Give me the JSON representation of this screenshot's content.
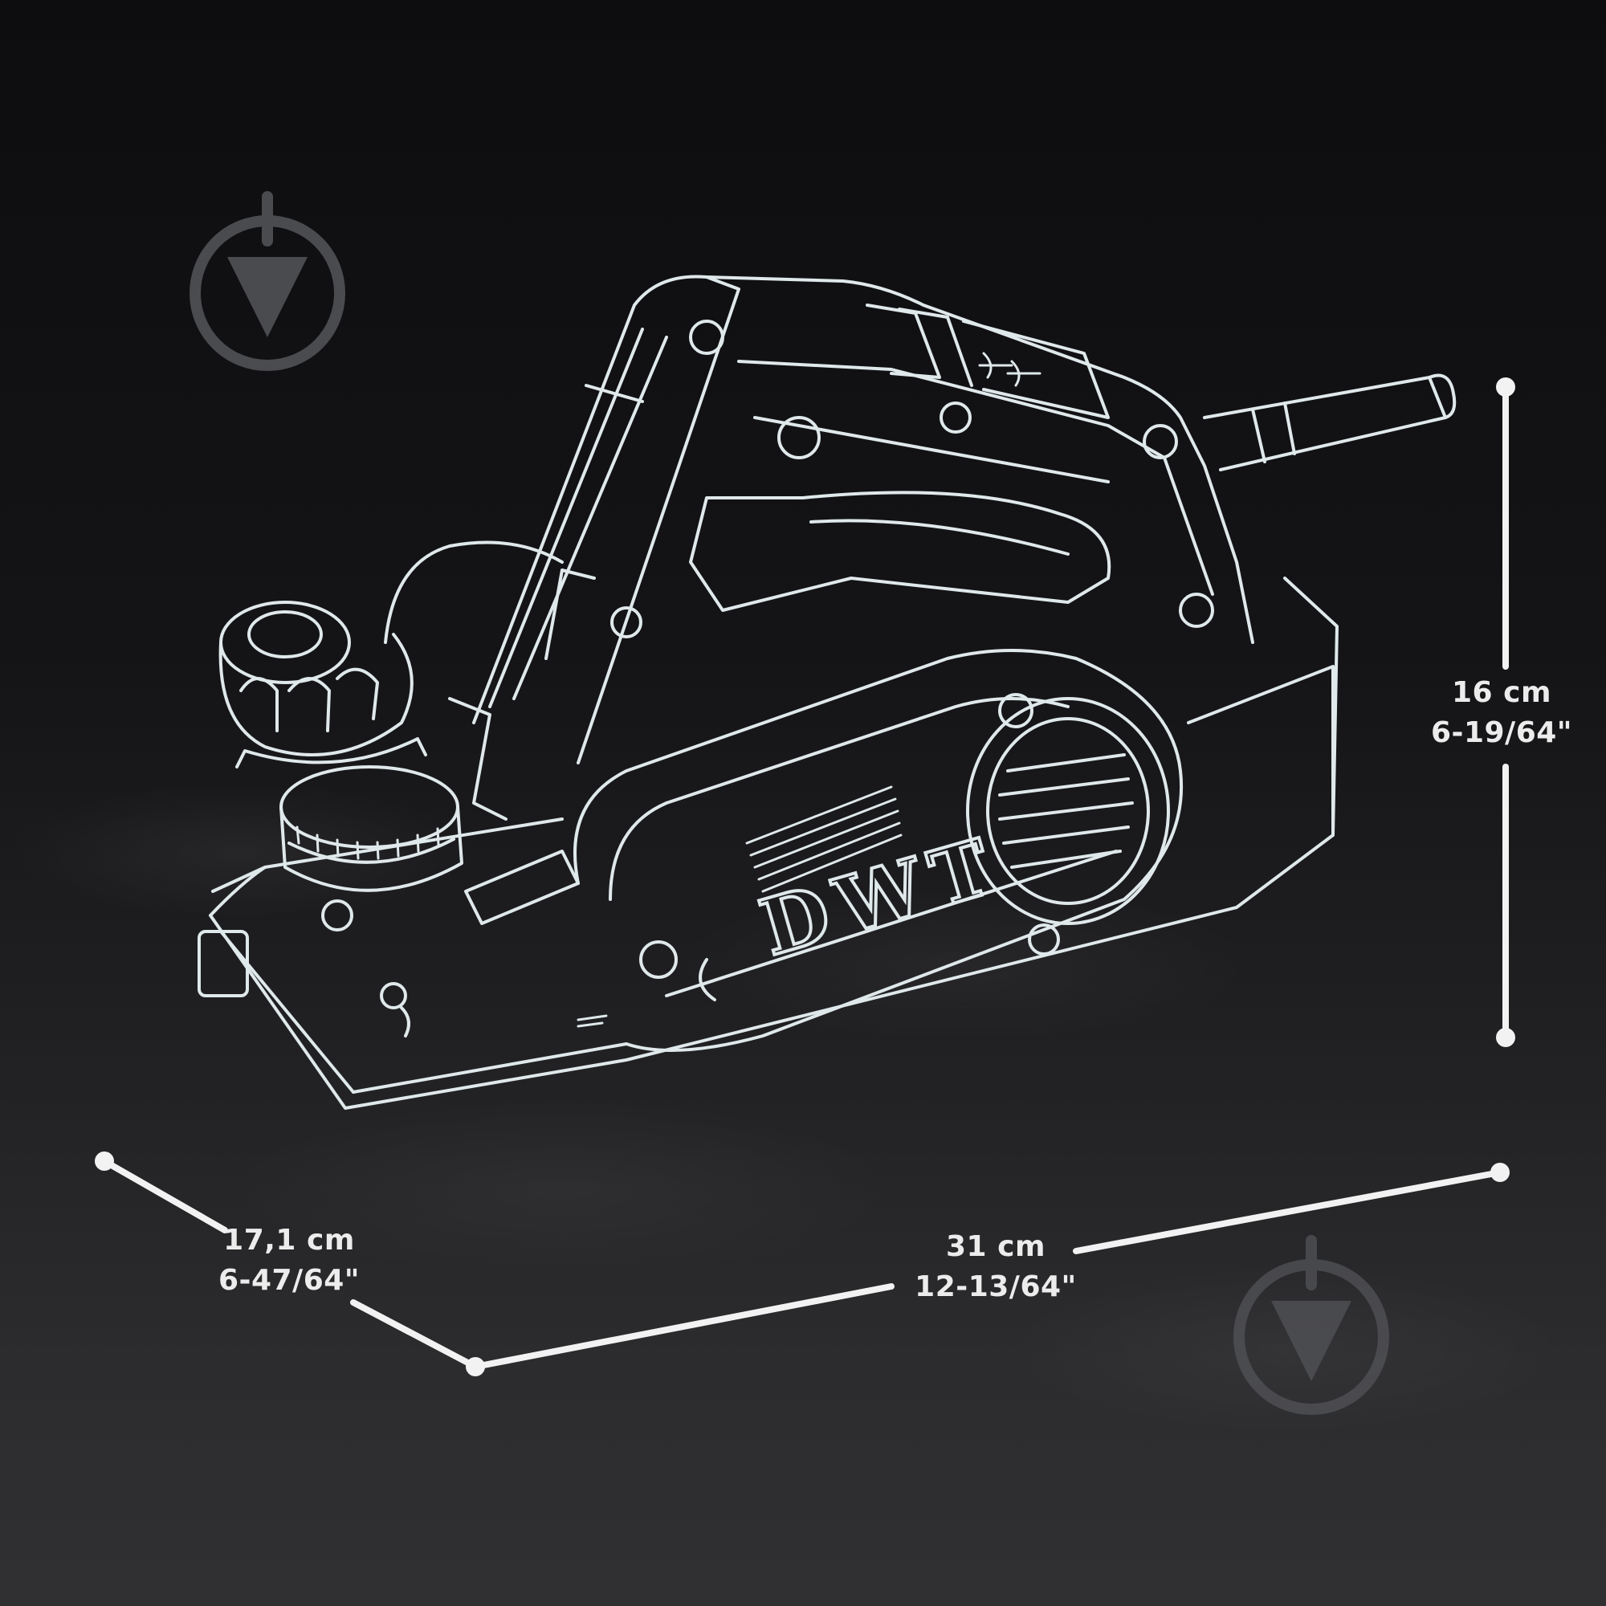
{
  "dimensions": {
    "height": {
      "metric": "16 cm",
      "imperial": "6-19/64\""
    },
    "depth": {
      "metric": "17,1 cm",
      "imperial": "6-47/64\""
    },
    "length": {
      "metric": "31 cm",
      "imperial": "12-13/64\""
    }
  },
  "product": {
    "brand_text": "DWT"
  },
  "colors": {
    "background": "#141416",
    "outline": "#dfe8ea",
    "dimension_line": "#f2f2f2",
    "watermark": "#5a5a5e"
  },
  "icons": [
    "watermark-logo-icon",
    "dimension-endpoint-dot"
  ]
}
